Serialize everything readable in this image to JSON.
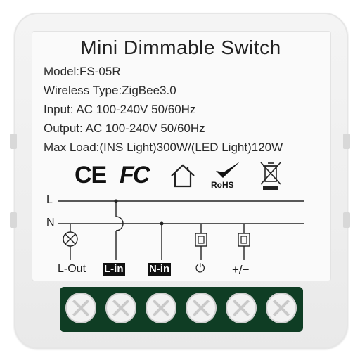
{
  "product": {
    "title": "Mini Dimmable Switch",
    "model": "Model:FS-05R",
    "wireless": "Wireless Type:ZigBee3.0",
    "input": "Input: AC 100-240V 50/60Hz",
    "output": "Output: AC 100-240V 50/60Hz",
    "max_load": "Max Load:(INS Light)300W/(LED Light)120W"
  },
  "certifications": {
    "ce": "CE",
    "fc": "FC",
    "rohs": "RoHS",
    "icons": [
      "ce-mark-icon",
      "fc-mark-icon",
      "house-icon",
      "rohs-check-icon",
      "weee-bin-icon"
    ]
  },
  "wiring": {
    "line_l": "L",
    "line_n": "N",
    "l_out": "L-Out",
    "l_in": "L-in",
    "n_in": "N-in",
    "power_symbol": "⏻",
    "plus_minus": "+/−"
  },
  "colors": {
    "terminal_green": "#0f3d24",
    "casing": "#eeeeee"
  }
}
